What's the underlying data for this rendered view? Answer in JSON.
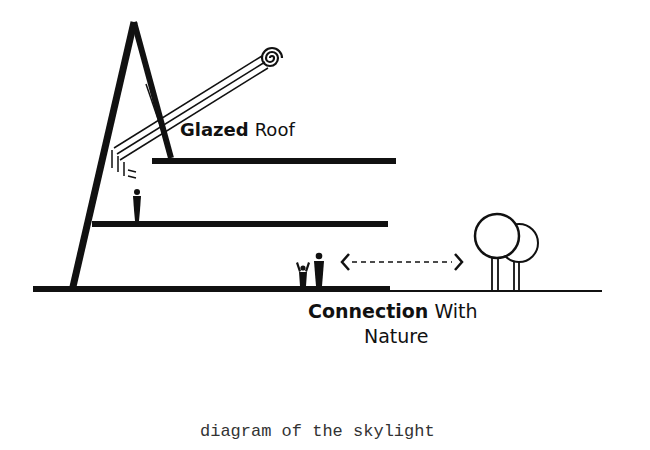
{
  "diagram": {
    "caption": "diagram of the skylight",
    "labels": [
      "Glazed",
      "Roof",
      "Connection",
      "With",
      "Nature"
    ]
  }
}
